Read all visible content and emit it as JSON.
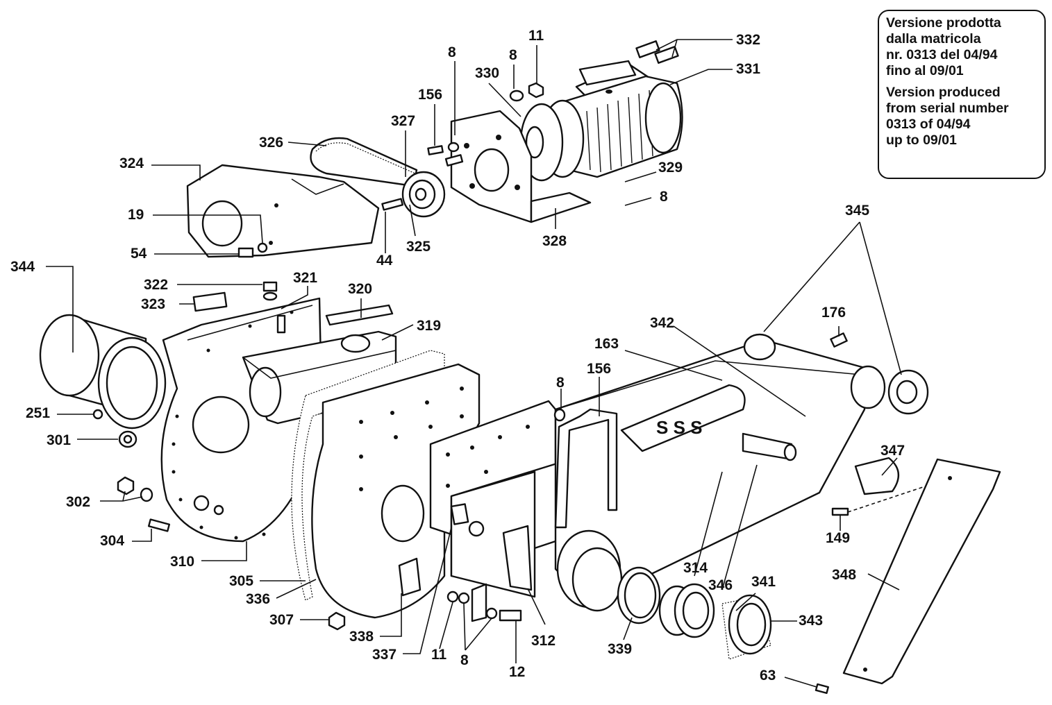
{
  "notice": {
    "italian": "Versione prodotta\ndalla matricola\nnr. 0313 del 04/94\nfino al 09/01",
    "english": "Version produced\nfrom  serial number\n0313 of 04/94\nup to 09/01"
  },
  "labels": [
    "332",
    "11",
    "8",
    "8",
    "331",
    "330",
    "156",
    "327",
    "326",
    "324",
    "329",
    "8",
    "19",
    "54",
    "44",
    "325",
    "328",
    "344",
    "322",
    "321",
    "323",
    "320",
    "345",
    "176",
    "342",
    "319",
    "163",
    "8",
    "156",
    "251",
    "301",
    "347",
    "302",
    "304",
    "149",
    "310",
    "314",
    "346",
    "341",
    "348",
    "305",
    "336",
    "307",
    "343",
    "338",
    "337",
    "11",
    "8",
    "312",
    "339",
    "12",
    "63"
  ]
}
